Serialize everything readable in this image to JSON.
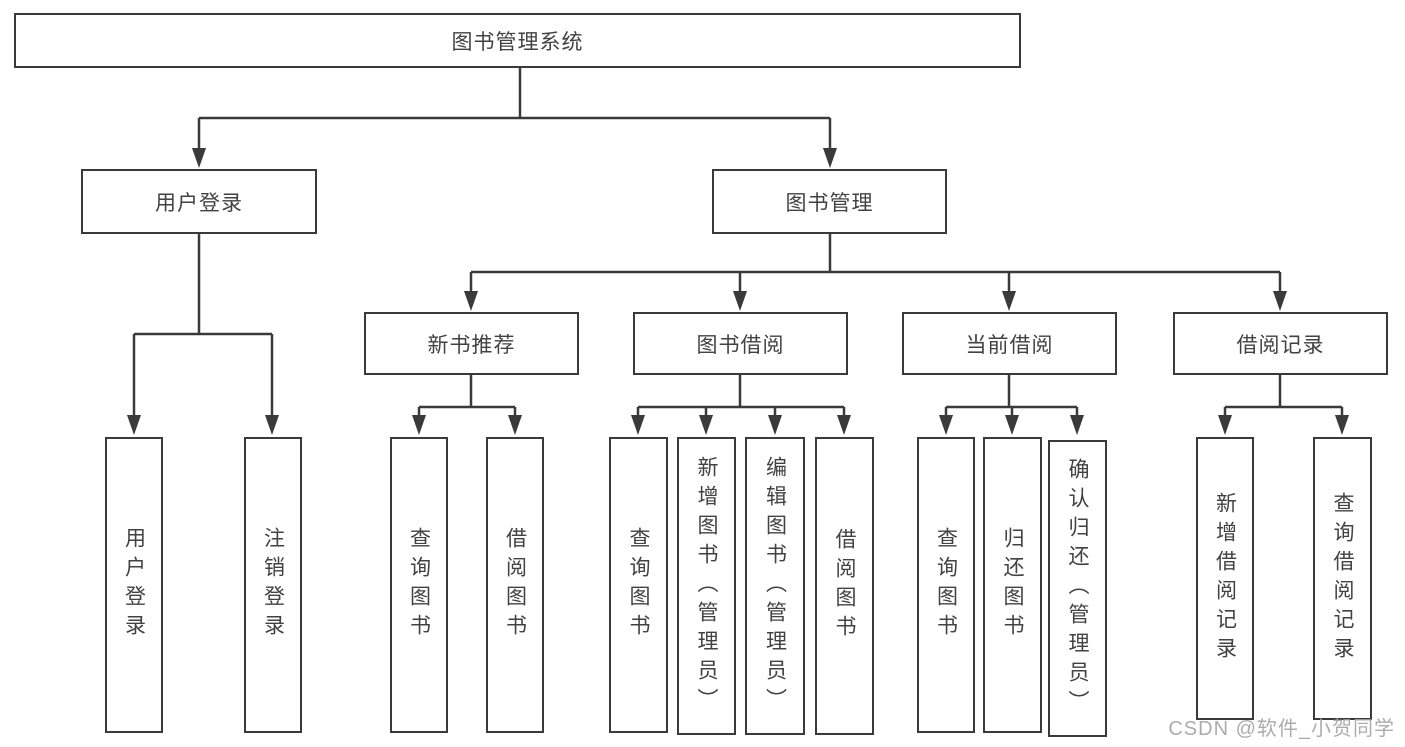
{
  "diagram": {
    "title_note": "",
    "root": {
      "label": "图书管理系统"
    },
    "branches": [
      {
        "label": "用户登录",
        "leaves": [
          "用户登录",
          "注销登录"
        ]
      },
      {
        "label": "图书管理",
        "children": [
          {
            "label": "新书推荐",
            "leaves": [
              "查询图书",
              "借阅图书"
            ]
          },
          {
            "label": "图书借阅",
            "leaves": [
              "查询图书",
              "新增图书（管理员）",
              "编辑图书（管理员）",
              "借阅图书"
            ]
          },
          {
            "label": "当前借阅",
            "leaves": [
              "查询图书",
              "归还图书",
              "确认归还（管理员）"
            ]
          },
          {
            "label": "借阅记录",
            "leaves": [
              "新增借阅记录",
              "查询借阅记录"
            ]
          }
        ]
      }
    ]
  },
  "watermark": {
    "text": "CSDN @软件_小贺同学"
  },
  "colors": {
    "line": "#3a3a3a",
    "box_border": "#3a3a3a",
    "text": "#424242",
    "watermark": "#a8a8aa",
    "background": "#ffffff"
  }
}
